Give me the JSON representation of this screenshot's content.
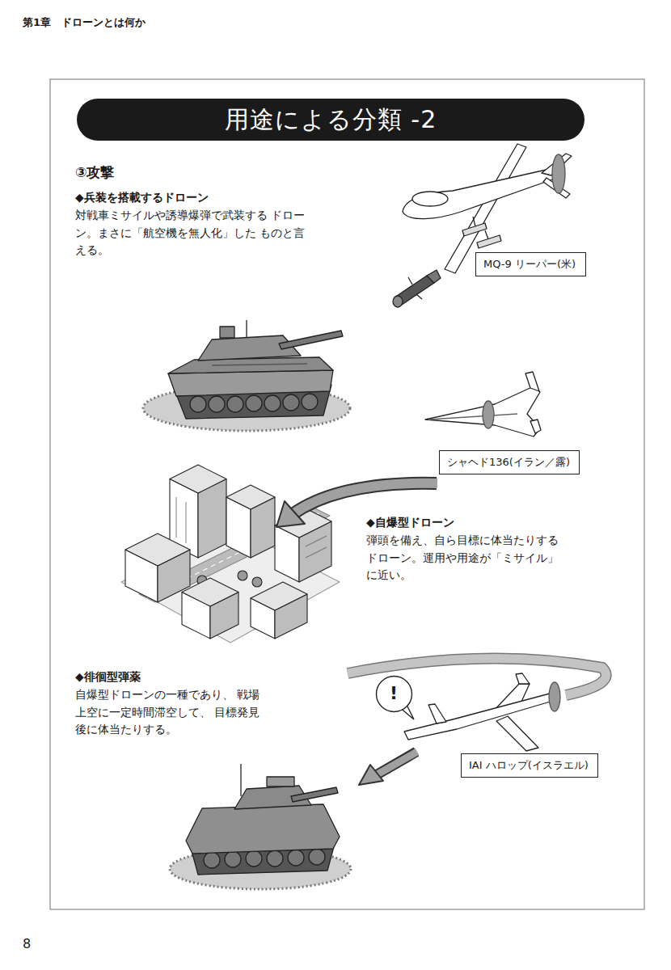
{
  "diagram": {
    "title": "用途による分類 -2",
    "nodes": [
      {
        "text": [
          "MQ-9 リーパー(米)"
        ]
      },
      {
        "text": [
          "シャヘド136(イラン／露)"
        ]
      },
      {
        "text": [
          "!"
        ]
      },
      {
        "text": [
          "IAI ハロップ(イスラエル)"
        ]
      }
    ],
    "labels": [
      "第1章　ドローンとは何か",
      "③攻撃",
      "◆兵装を搭載するドローン",
      "対戦車ミサイルや誘導爆弾で武装する ドローン。まさに「航空機を無人化」した ものと言える。",
      "◆自爆型ドローン",
      "弾頭を備え、自ら目標に体当たりする ドローン。運用や用途が「ミサイル」 に近い。",
      "◆徘徊型弾薬",
      "自爆型ドローンの一種であり、 戦場上空に一定時間滞空して、 目標発見後に体当たりする。",
      "8"
    ]
  }
}
